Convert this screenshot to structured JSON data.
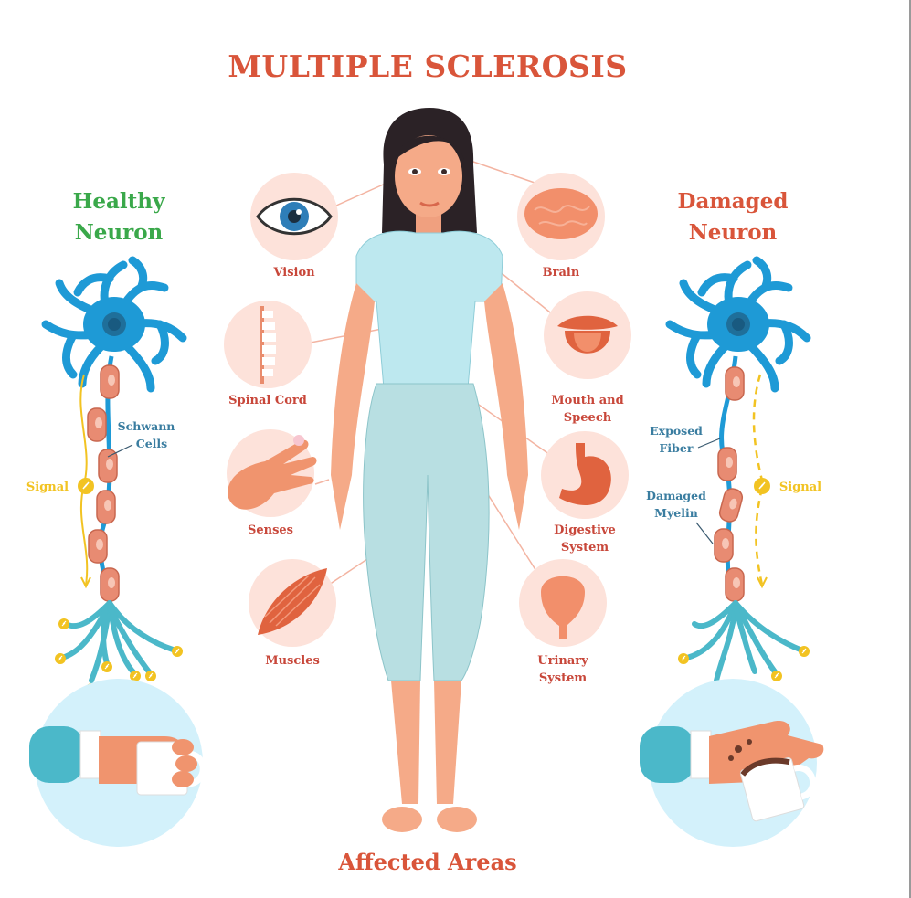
{
  "title": "MULTIPLE SCLEROSIS",
  "footer": "Affected Areas",
  "healthy": {
    "line1": "Healthy",
    "line2": "Neuron",
    "schwann1": "Schwann",
    "schwann2": "Cells",
    "signal": "Signal"
  },
  "damaged": {
    "line1": "Damaged",
    "line2": "Neuron",
    "exposed1": "Exposed",
    "exposed2": "Fiber",
    "myelin1": "Damaged",
    "myelin2": "Myelin",
    "signal": "Signal"
  },
  "areas": {
    "vision": "Vision",
    "spinal": "Spinal Cord",
    "senses": "Senses",
    "muscles": "Muscles",
    "brain": "Brain",
    "mouth1": "Mouth and",
    "mouth2": "Speech",
    "digestive1": "Digestive",
    "digestive2": "System",
    "urinary1": "Urinary",
    "urinary2": "System"
  },
  "colors": {
    "accent_red": "#d9553a",
    "accent_green": "#3aa84a",
    "neuron_blue": "#1e9ad6",
    "signal_yellow": "#f2c322",
    "circle_pink": "#fde2da"
  }
}
